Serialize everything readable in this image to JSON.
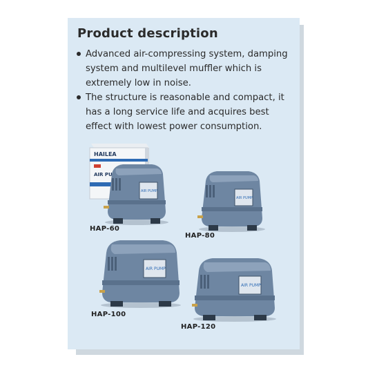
{
  "page": {
    "title": "Product description",
    "bullets": [
      "Advanced air-compressing system, damping system and multilevel muffler which is extremely low in noise.",
      "The structure is reasonable and compact, it has a long service life and acquires best effect with lowest power consumption."
    ]
  },
  "box": {
    "brand": "HAILEA",
    "product": "AIR PUMP"
  },
  "products": [
    {
      "label": "HAP-60",
      "plate": "AIR PUMP"
    },
    {
      "label": "HAP-80",
      "plate": "AIR PUMP"
    },
    {
      "label": "HAP-100",
      "plate": "AIR PUMP"
    },
    {
      "label": "HAP-120",
      "plate": "AIR PUMP"
    }
  ],
  "colors": {
    "card": "#dbe9f4",
    "pump_body": "#6e86a2",
    "pump_dark": "#3f5368",
    "pump_light": "#8da2bb",
    "brass": "#c9a24a"
  }
}
